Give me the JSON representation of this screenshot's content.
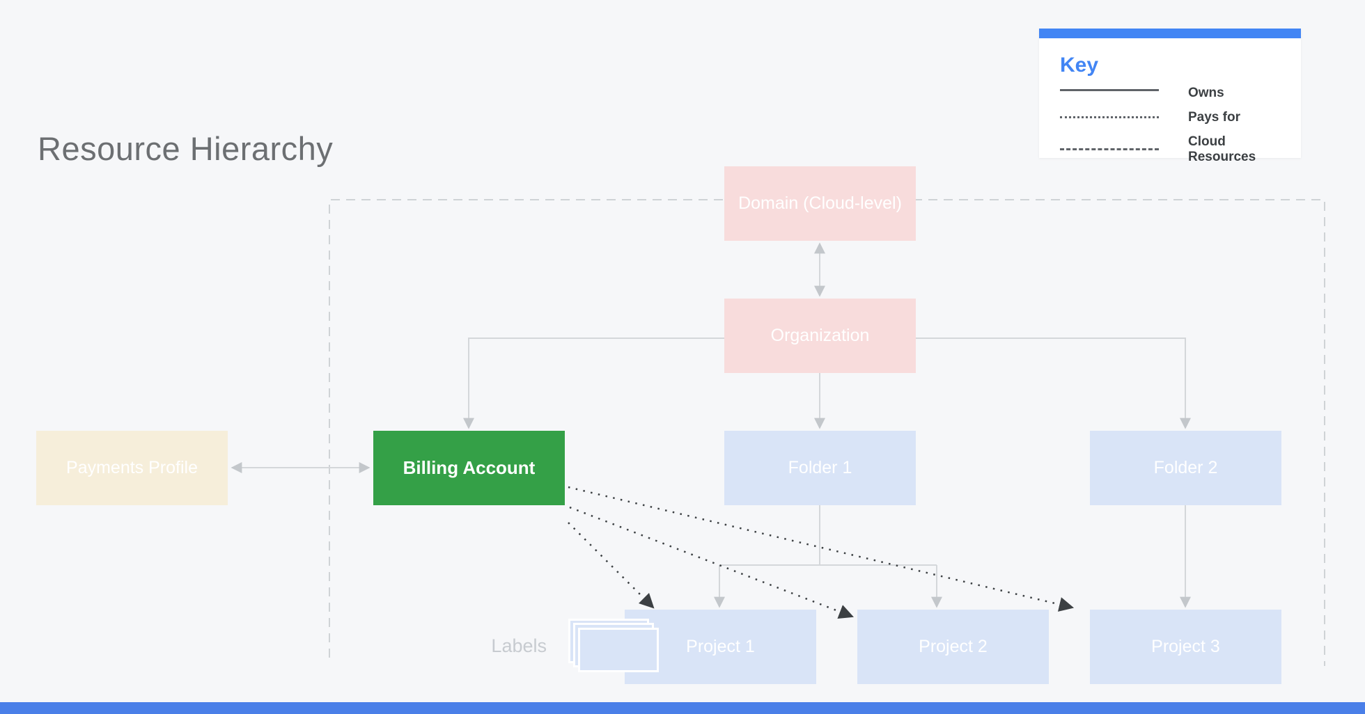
{
  "title": "Resource Hierarchy",
  "key": {
    "heading": "Key",
    "items": [
      {
        "line_style": "solid",
        "label": "Owns"
      },
      {
        "line_style": "dotted",
        "label": "Pays for"
      },
      {
        "line_style": "dashed",
        "label": "Cloud Resources"
      }
    ]
  },
  "nodes": {
    "domain": {
      "label": "Domain (Cloud-level)",
      "color": "#f8dcdc"
    },
    "organization": {
      "label": "Organization",
      "color": "#f8dcdc"
    },
    "payments_profile": {
      "label": "Payments Profile",
      "color": "#f6eeda"
    },
    "billing_account": {
      "label": "Billing Account",
      "color": "#34a047"
    },
    "folder1": {
      "label": "Folder 1",
      "color": "#d9e4f7"
    },
    "folder2": {
      "label": "Folder 2",
      "color": "#d9e4f7"
    },
    "project1": {
      "label": "Project 1",
      "color": "#d9e4f7"
    },
    "project2": {
      "label": "Project 2",
      "color": "#d9e4f7"
    },
    "project3": {
      "label": "Project 3",
      "color": "#d9e4f7"
    }
  },
  "annotations": {
    "labels": "Labels"
  },
  "colors": {
    "background": "#f6f7f9",
    "accent_blue": "#4285f4",
    "owns_connector_gray": "#d4d7da",
    "pays_for_black": "#3c4043",
    "cloud_boundary_dash_gray": "#cfd3d6",
    "title_gray": "#6c6f72",
    "key_text": "#3c4043"
  }
}
